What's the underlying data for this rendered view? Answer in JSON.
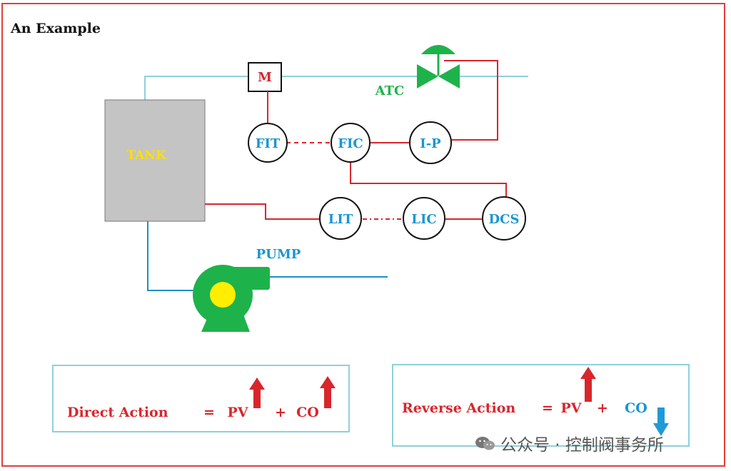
{
  "title": "An Example",
  "colors": {
    "frame": "#e0403a",
    "signal_line": "#d8262c",
    "process_line": "#8fd0dc",
    "pump_line": "#1f8fc4",
    "instrument_text": "#1a96d0",
    "valve_green": "#1db34a",
    "tank_fill": "#c4c4c4",
    "tank_label": "#ffe000",
    "action_text": "#d8262c",
    "down_arrow": "#1f9ad6"
  },
  "labels": {
    "tank": "TANK",
    "motor": "M",
    "valve": "ATC",
    "pump": "PUMP"
  },
  "instruments": {
    "fit": "FIT",
    "fic": "FIC",
    "ip": "I-P",
    "lit": "LIT",
    "lic": "LIC",
    "dcs": "DCS"
  },
  "direct_action": {
    "name": "Direct Action",
    "equals": "=",
    "pv": "PV",
    "plus": "+",
    "co": "CO",
    "pv_arrow": "up",
    "co_arrow": "up"
  },
  "reverse_action": {
    "name": "Reverse Action",
    "equals": "=",
    "pv": "PV",
    "plus": "+",
    "co": "CO",
    "pv_arrow": "up",
    "co_arrow": "down"
  },
  "watermark": "公众号 · 控制阀事务所"
}
